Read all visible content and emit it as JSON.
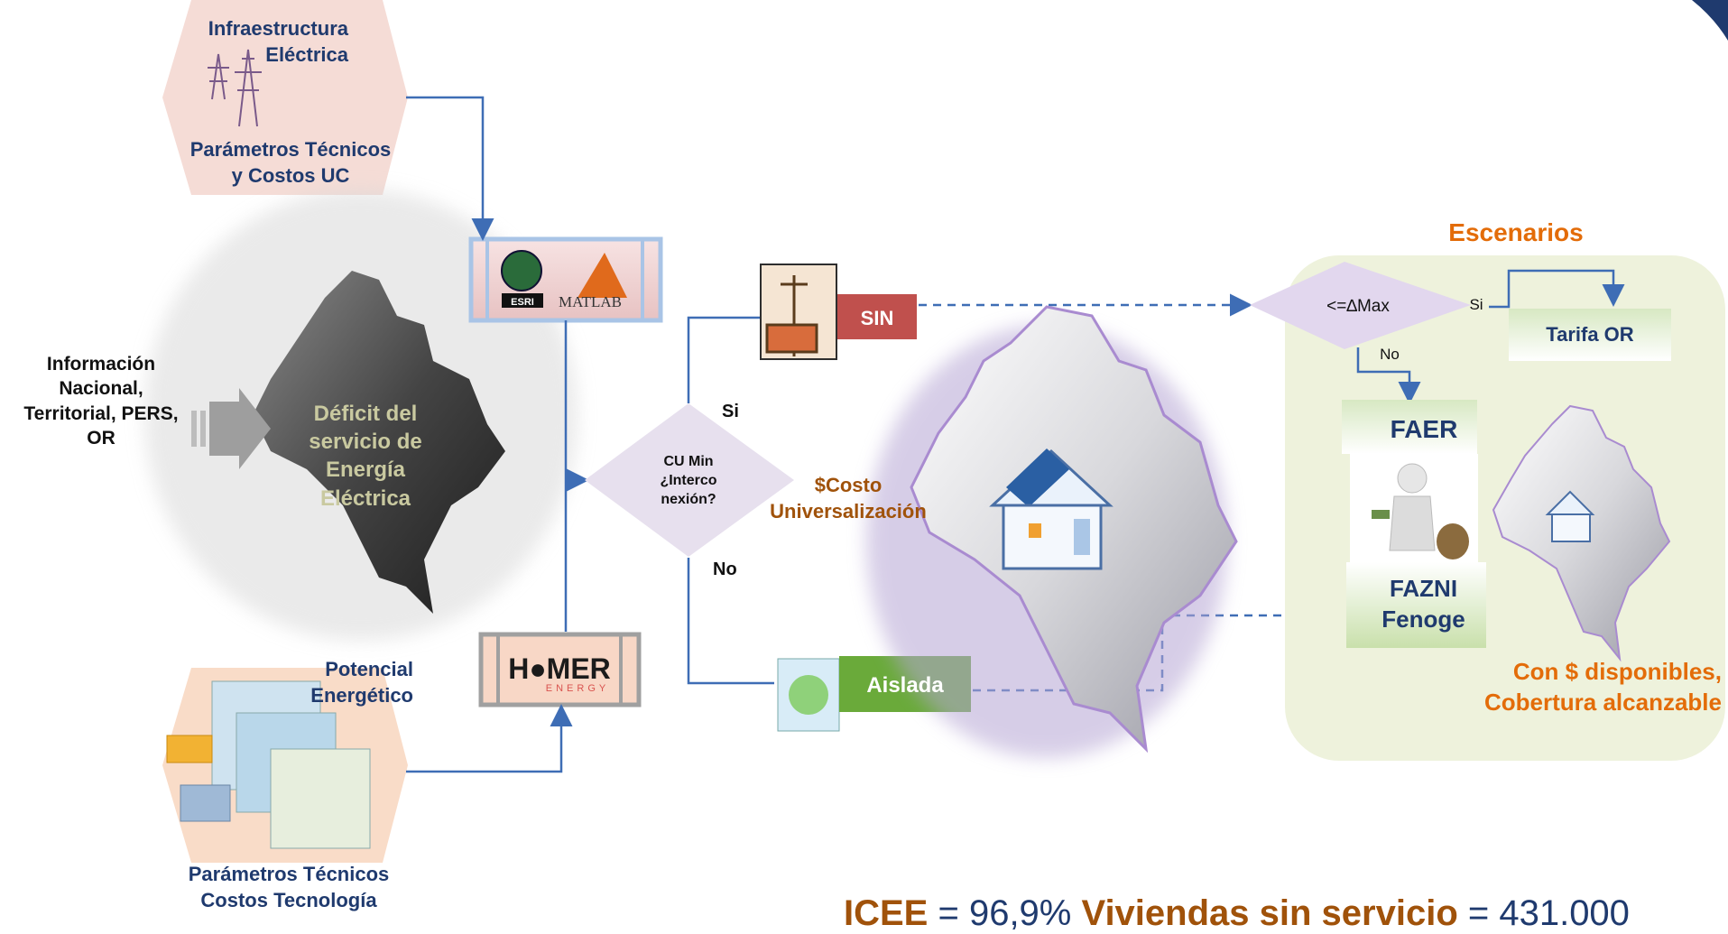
{
  "inputs": {
    "infra_title": "Infraestructura\nEléctrica",
    "infra_params": "Parámetros Técnicos\ny Costos UC",
    "info_nacional": "Información\nNacional,\nTerritorial, PERS,\nOR",
    "potencial": "Potencial\nEnergético",
    "params_tech": "Parámetros Técnicos\nCostos Tecnología"
  },
  "tools": {
    "esri": "ESRI",
    "matlab": "MATLAB",
    "homer": "H●MER",
    "homer_sub": "ENERGY"
  },
  "map": {
    "deficit": "Déficit del\nservicio de\nEnergía\nEléctrica"
  },
  "decision": {
    "question": "CU Min\n¿Interco\nnexión?",
    "yes": "Si",
    "no": "No",
    "cost": "$Costo\nUniversalización"
  },
  "outcomes": {
    "sin": "SIN",
    "aislada": "Aislada"
  },
  "scenarios": {
    "title": "Escenarios",
    "delta": "<=∆Max",
    "yes": "Si",
    "no": "No",
    "tarifa": "Tarifa OR",
    "faer": "FAER",
    "fazni": "FAZNI\nFenoge",
    "summary": "Con $ disponibles,\nCobertura alcanzable"
  },
  "footer": {
    "icee_label": "ICEE",
    "icee_value": " = 96,9% ",
    "viv_label": "Viviendas sin servicio",
    "viv_value": " = 431.000"
  },
  "colors": {
    "navy": "#1f3a6e",
    "orange": "#e36c09",
    "brown": "#a0520a",
    "connector": "#3e6db5",
    "sin_red": "#c0504d",
    "aislada_green": "#6aaa3a",
    "scenario_bg": "#eef2dc",
    "hex_pink": "#f5dcd6",
    "hex_peach": "#f9dcc8",
    "diamond": "#e7e0ee"
  }
}
